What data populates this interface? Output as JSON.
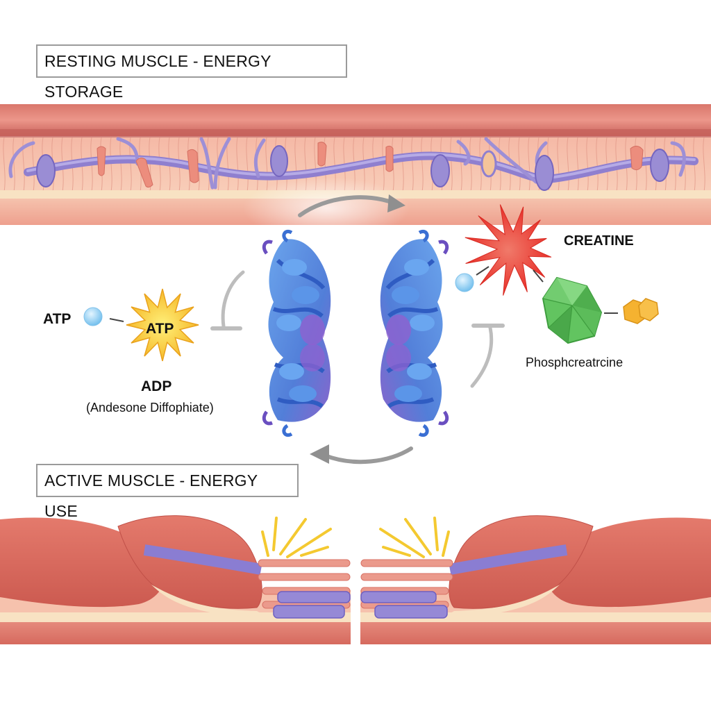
{
  "sections": {
    "resting_title": "RESTING MUSCLE - ENERGY STORAGE",
    "active_title": "ACTIVE MUSCLE - ENERGY USE"
  },
  "molecules": {
    "atp_free_label": "ATP",
    "atp_star_label": "ATP",
    "adp_label": "ADP",
    "adp_fullname": "(Andesone Diffophiate)",
    "creatine_label": "CREATINE",
    "phosphocreatine_label": "Phosphcreatrcine"
  },
  "colors": {
    "muscle_red": "#e07a6c",
    "muscle_light": "#f6c3b0",
    "tendon_cream": "#f8e3c0",
    "mitochondria_purple": "#9b8fd4",
    "protein_blue": "#4a86e0",
    "protein_violet": "#8a5cc9",
    "atp_star_yellow": "#f9c637",
    "creatine_red": "#ef3b32",
    "phosphocreatine_green": "#5cbf5a",
    "phosphate_orange": "#f4b232",
    "arrow_gray": "#a9a9a9",
    "ion_blue": "#8fd0f3"
  },
  "icons": {
    "cycle_arrows": "curved-arrow-icon",
    "atp_ion": "sphere-icon",
    "atp_star": "starburst-icon",
    "creatine": "starburst-icon",
    "phosphocreatine": "polyhedron-icon",
    "phosphate": "hexagon-icon",
    "protein": "protein-ribbon-icon",
    "energy_burst": "energy-rays-icon"
  }
}
